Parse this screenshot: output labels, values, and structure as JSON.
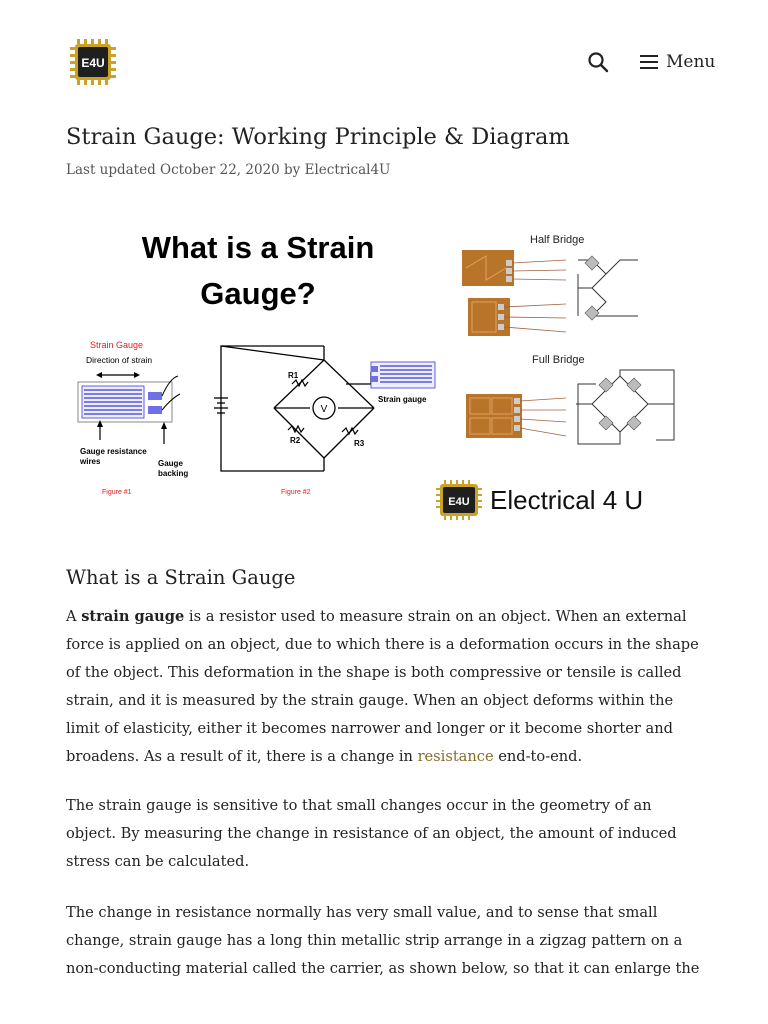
{
  "header": {
    "logo_text": "E4U",
    "search_icon": "search-icon",
    "menu_icon": "hamburger-icon",
    "menu_label": "Menu"
  },
  "article": {
    "title": "Strain Gauge: Working Principle & Diagram",
    "meta_prefix": "Last updated ",
    "date": "October 22, 2020",
    "meta_by": " by ",
    "author": "Electrical4U"
  },
  "featured_image": {
    "heading_line1": "What is a Strain",
    "heading_line2": "Gauge?",
    "fig1_title": "Strain Gauge",
    "fig1_direction": "Direction of strain",
    "fig1_label_wires_1": "Gauge resistance",
    "fig1_label_wires_2": "wires",
    "fig1_label_backing_1": "Gauge",
    "fig1_label_backing_2": "backing",
    "fig1_caption": "Figure #1",
    "fig2_r1": "R1",
    "fig2_r2": "R2",
    "fig2_r3": "R3",
    "fig2_v": "V",
    "fig2_strain_label": "Strain gauge",
    "fig2_caption": "Figure #2",
    "half_bridge": "Half Bridge",
    "full_bridge": "Full Bridge",
    "brand_logo": "E4U",
    "brand_text": "Electrical 4 U"
  },
  "content": {
    "section_heading": "What is a Strain Gauge",
    "p1_start": "A ",
    "p1_bold": "strain gauge",
    "p1_mid": " is a resistor used to measure strain on an object. When an external force is applied on an object, due to which there is a deformation occurs in the shape of the object. This deformation in the shape is both compressive or tensile is called strain, and it is measured by the strain gauge. When an object deforms within the limit of elasticity, either it becomes narrower and longer or it become shorter and broadens. As a result of it, there is a change in ",
    "p1_link": "resistance",
    "p1_end": " end-to-end.",
    "p2": "The strain gauge is sensitive to that small changes occur in the geometry of an object. By measuring the change in resistance of an object, the amount of induced stress can be calculated.",
    "p3": "The change in resistance normally has very small value, and to sense that small change, strain gauge has a long thin metallic strip arrange in a zigzag pattern on a non-conducting material called the carrier, as shown below, so that it can enlarge the small"
  },
  "colors": {
    "accent_link": "#8a6b2c",
    "logo_gold": "#c9a227",
    "diagram_red": "#e02020",
    "gauge_blue": "#3a3ad8"
  }
}
